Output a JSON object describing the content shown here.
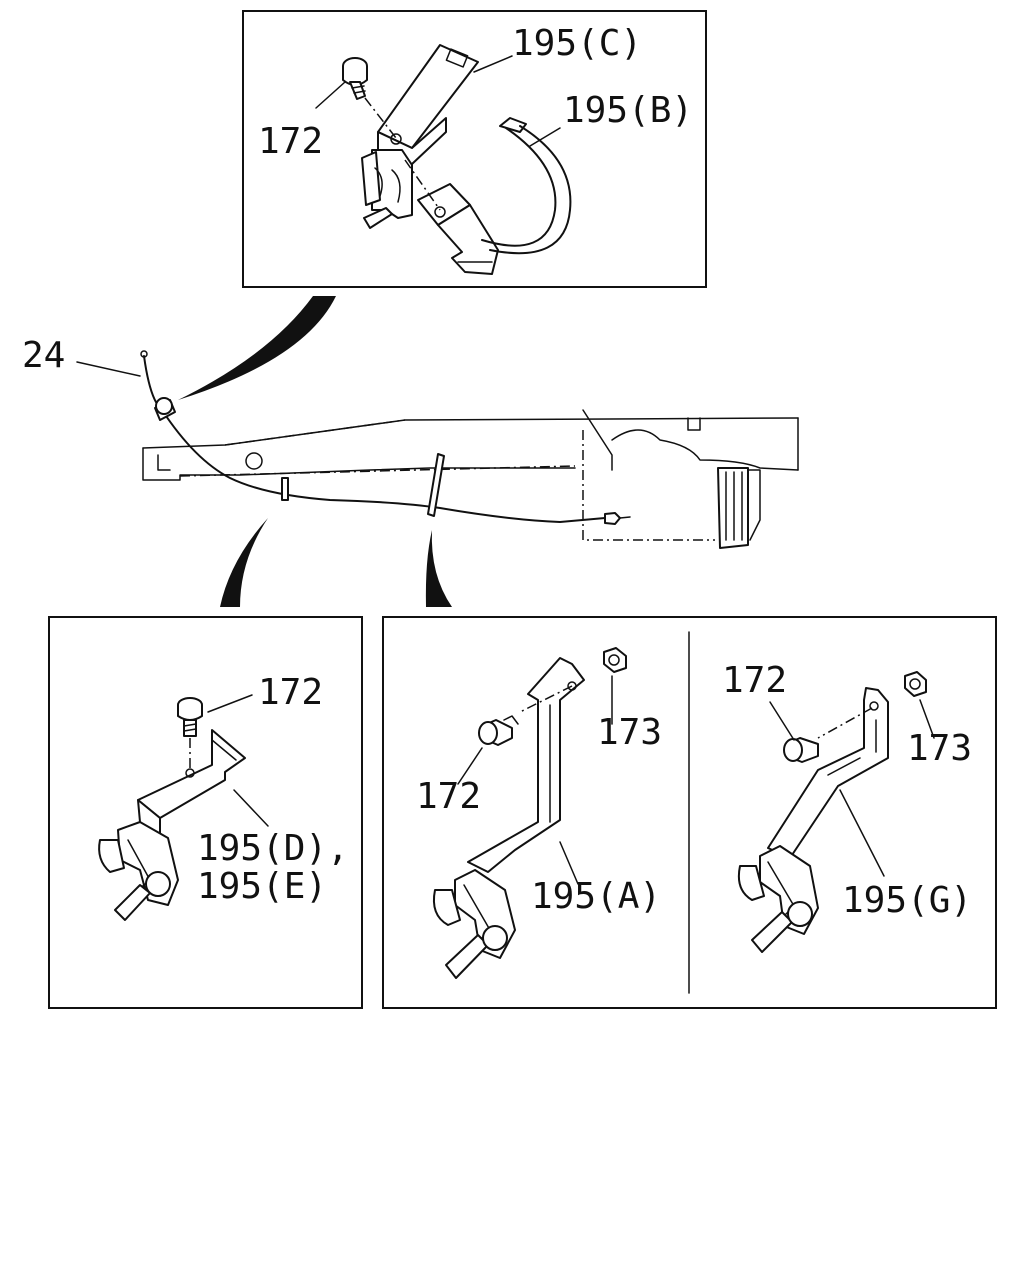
{
  "callouts": {
    "top": {
      "c195c": "195(C)",
      "c195b": "195(B)",
      "c172": "172"
    },
    "main": {
      "c24": "24"
    },
    "left": {
      "c172": "172",
      "c195de_1": "195(D),",
      "c195de_2": "195(E)"
    },
    "right_a": {
      "c172": "172",
      "c173": "173",
      "c195a": "195(A)"
    },
    "right_g": {
      "c172": "172",
      "c173": "173",
      "c195g": "195(G)"
    }
  }
}
